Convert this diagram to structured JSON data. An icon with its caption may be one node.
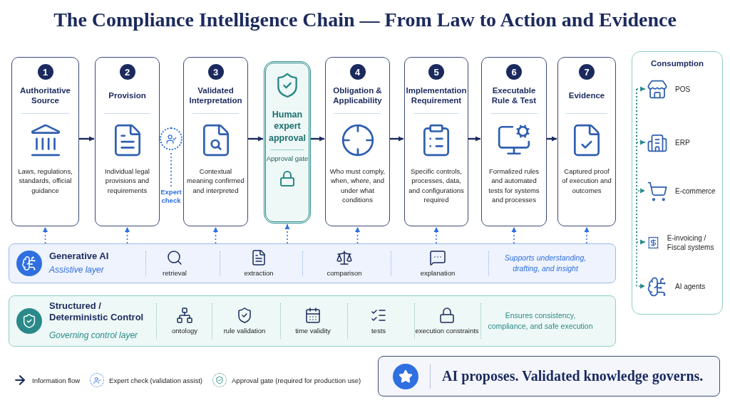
{
  "diagram": {
    "title": "The Compliance Intelligence Chain — From Law to Action and Evidence",
    "nodes": [
      {
        "text": [
          "1",
          "Authoritative Source",
          "Laws, regulations, standards, official guidance"
        ]
      },
      {
        "text": [
          "2",
          "Provision",
          "Individual legal provisions and requirements"
        ]
      },
      {
        "text": [
          "Expert check"
        ]
      },
      {
        "text": [
          "3",
          "Validated Interpretation",
          "Contextual meaning confirmed and interpreted"
        ]
      },
      {
        "text": [
          "Human expert approval",
          "Approval gate"
        ]
      },
      {
        "text": [
          "4",
          "Obligation & Applicability",
          "Who must comply, when, where, and under what conditions"
        ]
      },
      {
        "text": [
          "5",
          "Implementation Requirement",
          "Specific controls, processes, data, and configurations required"
        ]
      },
      {
        "text": [
          "6",
          "Executable Rule & Test",
          "Formalized rules and automated tests for systems and processes"
        ]
      },
      {
        "text": [
          "7",
          "Evidence",
          "Captured proof of execution and outcomes"
        ]
      },
      {
        "text": [
          "Generative AI",
          "Assistive layer",
          "retrieval",
          "extraction",
          "comparison",
          "explanation",
          "Supports understanding, drafting, and insight"
        ]
      },
      {
        "text": [
          "Structured / Deterministic Control",
          "Governing control layer",
          "ontology",
          "rule validation",
          "time validity",
          "tests",
          "execution constraints",
          "Ensures consistency, compliance, and safe execution"
        ]
      },
      {
        "text": [
          "Consumption"
        ]
      },
      {
        "text": [
          "POS"
        ],
        "in": 11
      },
      {
        "text": [
          "ERP"
        ],
        "in": 11
      },
      {
        "text": [
          "E-commerce"
        ],
        "in": 11
      },
      {
        "text": [
          "E-invoicing / Fiscal systems"
        ],
        "in": 11
      },
      {
        "text": [
          "AI agents"
        ],
        "in": 11
      },
      {
        "text": [
          "AI proposes. Validated knowledge governs."
        ]
      },
      {
        "text": [],
        "shape": "circle"
      }
    ],
    "edges": [
      {
        "from": 0,
        "to": 1,
        "arrow": "to",
        "color": "#1b2a5e"
      },
      {
        "from": 3,
        "to": 4,
        "arrow": "to",
        "color": "#1b2a5e"
      },
      {
        "from": 4,
        "to": 5,
        "arrow": "to",
        "color": "#1b2a5e"
      },
      {
        "from": 5,
        "to": 6,
        "arrow": "to",
        "color": "#1b2a5e"
      },
      {
        "from": 6,
        "to": 7,
        "arrow": "to",
        "color": "#1b2a5e"
      },
      {
        "from": 7,
        "to": 8,
        "arrow": "to",
        "color": "#1b2a5e"
      },
      {
        "from": 9,
        "to": 0,
        "arrow": "to",
        "style": "dashed"
      },
      {
        "from": 9,
        "to": 1,
        "arrow": "to",
        "style": "dashed"
      },
      {
        "from": 9,
        "to": 3,
        "arrow": "to",
        "style": "dashed"
      },
      {
        "from": 9,
        "to": 4,
        "arrow": "to",
        "style": "dashed"
      },
      {
        "from": 9,
        "to": 5,
        "arrow": "to",
        "style": "dashed"
      },
      {
        "from": 9,
        "to": 6,
        "arrow": "to",
        "style": "dashed"
      },
      {
        "from": 9,
        "to": 7,
        "arrow": "to",
        "style": "dashed"
      },
      {
        "from": 9,
        "to": 8,
        "arrow": "to",
        "style": "dashed"
      },
      {
        "from": null,
        "to": 12,
        "arrow": "to",
        "style": "dashed",
        "color": "#2a8a8a"
      },
      {
        "from": null,
        "to": 13,
        "arrow": "to",
        "style": "dashed",
        "color": "#2a8a8a"
      },
      {
        "from": null,
        "to": 14,
        "arrow": "to",
        "style": "dashed",
        "color": "#2a8a8a"
      },
      {
        "from": null,
        "to": 15,
        "arrow": "to",
        "style": "dashed",
        "color": "#2a8a8a"
      },
      {
        "from": null,
        "to": 16,
        "arrow": "to",
        "style": "dashed",
        "color": "#2a8a8a"
      },
      {
        "from": 2,
        "to": 18,
        "arrow": "none",
        "style": "dashed"
      }
    ],
    "legend": [
      {
        "text": "Information flow"
      },
      {
        "text": "Expert check (validation assist)"
      },
      {
        "text": "Approval gate (required for production use)"
      }
    ]
  }
}
